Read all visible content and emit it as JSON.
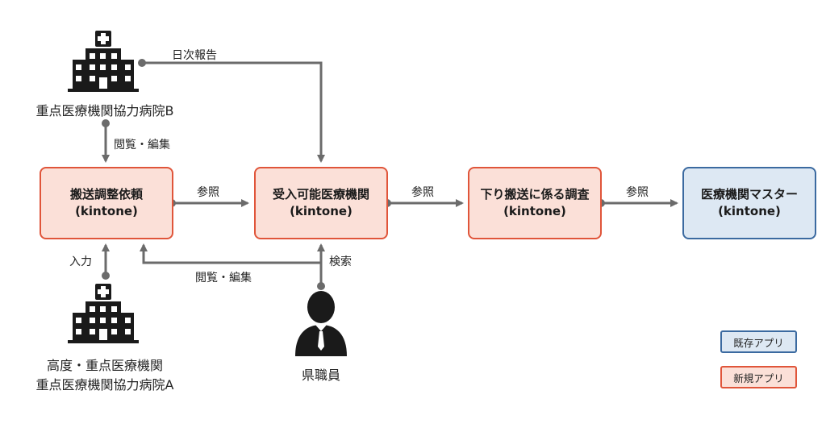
{
  "boxes": {
    "transport": {
      "line1": "搬送調整依頼",
      "line2": "(kintone)"
    },
    "acceptable": {
      "line1": "受入可能医療機関",
      "line2": "(kintone)"
    },
    "downward": {
      "line1": "下り搬送に係る調査",
      "line2": "(kintone)"
    },
    "master": {
      "line1": "医療機関マスター",
      "line2": "(kintone)"
    }
  },
  "edges": {
    "daily_report": "日次報告",
    "view_edit_top": "閲覧・編集",
    "ref1": "参照",
    "ref2": "参照",
    "ref3": "参照",
    "input": "入力",
    "view_edit_bottom": "閲覧・編集",
    "search": "検索"
  },
  "actors": {
    "hospital_b": "重点医療機関協力病院B",
    "hospital_a_line1": "高度・重点医療機関",
    "hospital_a_line2": "重点医療機関協力病院A",
    "staff": "県職員"
  },
  "legend": {
    "existing": "既存アプリ",
    "new": "新規アプリ"
  },
  "colors": {
    "new_fill": "#fbe0d8",
    "new_border": "#e0553a",
    "existing_fill": "#dde8f3",
    "existing_border": "#3b6aa0",
    "line": "#6b6b6b",
    "icon": "#1a1a1a"
  }
}
